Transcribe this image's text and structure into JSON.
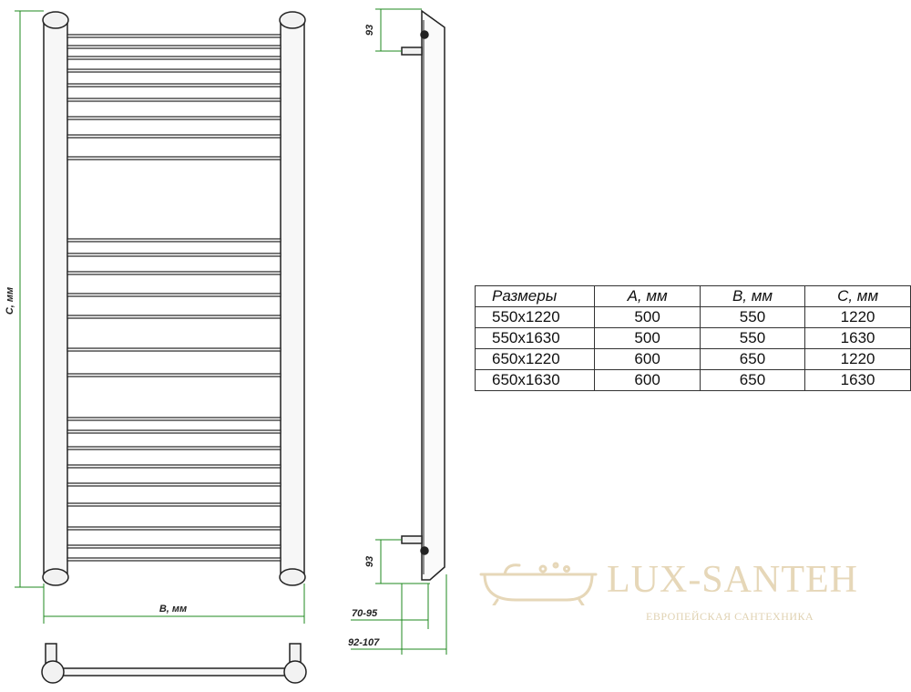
{
  "drawing": {
    "labels": {
      "height_dim": "С, мм",
      "width_dim": "В, мм",
      "top_offset": "93",
      "bottom_offset": "93",
      "depth_min": "70-95",
      "depth_max": "92-107"
    },
    "colors": {
      "line": "#222222",
      "dimension": "#1f8a1f",
      "fill_light": "#f4f4f4"
    }
  },
  "table": {
    "headers": [
      "Размеры",
      "А, мм",
      "В, мм",
      "С, мм"
    ],
    "rows": [
      [
        "550х1220",
        "500",
        "550",
        "1220"
      ],
      [
        "550х1630",
        "500",
        "550",
        "1630"
      ],
      [
        "650х1220",
        "600",
        "650",
        "1220"
      ],
      [
        "650х1630",
        "600",
        "650",
        "1630"
      ]
    ]
  },
  "brand": {
    "name": "LUX-SANTEH",
    "tagline": "ЕВРОПЕЙСКАЯ САНТЕХНИКА",
    "logo_icon": "bathtub-icon",
    "color": "#e6d7b8"
  }
}
